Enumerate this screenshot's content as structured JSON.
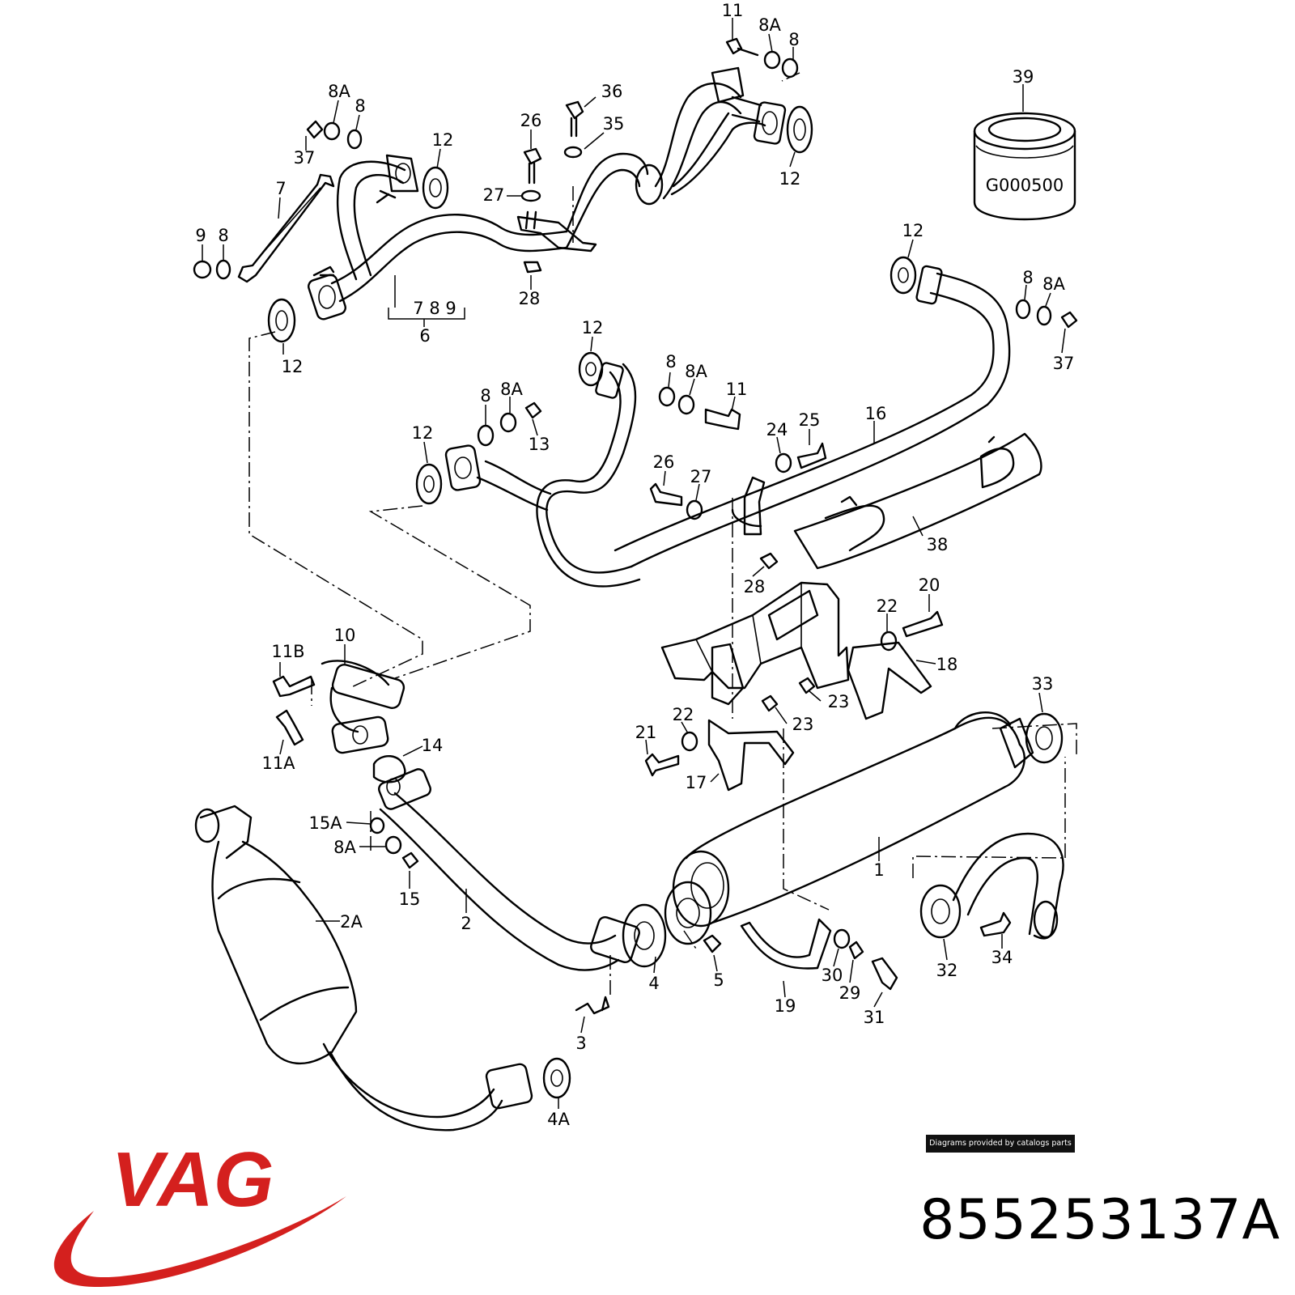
{
  "labels": [
    "11",
    "8A",
    "8",
    "39",
    "8A",
    "8",
    "36",
    "26",
    "35",
    "12",
    "12",
    "37",
    "7",
    "27",
    "9",
    "8",
    "12",
    "28",
    "7 8 9",
    "6",
    "12",
    "8",
    "8A",
    "12",
    "37",
    "8",
    "8A",
    "11",
    "12",
    "8",
    "8A",
    "13",
    "24",
    "25",
    "16",
    "26",
    "27",
    "38",
    "28",
    "20",
    "22",
    "18",
    "10",
    "11B",
    "23",
    "23",
    "22",
    "21",
    "17",
    "33",
    "11A",
    "14",
    "15A",
    "8A",
    "15",
    "1",
    "2A",
    "2",
    "4",
    "5",
    "19",
    "30",
    "29",
    "32",
    "34",
    "31",
    "3",
    "4A"
  ],
  "canister_code": "G000500",
  "credit": "Diagrams provided by catalogs parts",
  "brand": "VAG",
  "brand_color": "#d4201e",
  "part_number": "855253137A"
}
